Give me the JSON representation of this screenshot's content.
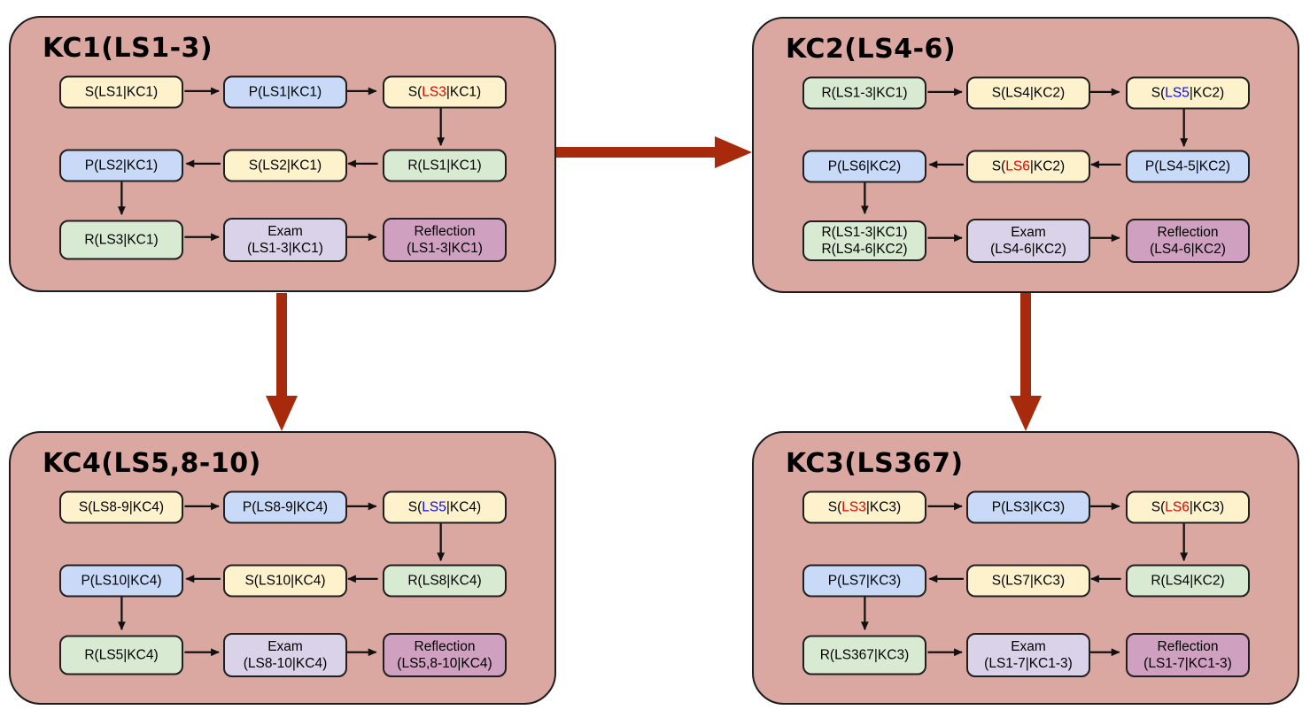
{
  "diagram": {
    "colors": {
      "group_fill": "#DBA8A1",
      "group_border": "#1c1c1c",
      "big_arrow_red": "#A82A0D",
      "flow_arrow_black": "#111111",
      "node_yellow": "#FDF2CC",
      "node_blue": "#C9DAF8",
      "node_green": "#D9EAD3",
      "node_lavender": "#D9D2E9",
      "node_mauve": "#CFA0C0",
      "highlight_red": "#E60000",
      "highlight_blue": "#0B0BF0"
    },
    "group_flow": [
      {
        "from": "KC1",
        "to": "KC2"
      },
      {
        "from": "KC1",
        "to": "KC4"
      },
      {
        "from": "KC2",
        "to": "KC3"
      }
    ],
    "groups": [
      {
        "id": "kc1",
        "title": "KC1(LS1-3)",
        "nodes": [
          {
            "name": "s-ls1-kc1",
            "type": "yellow",
            "pre": "S(LS1|KC1)"
          },
          {
            "name": "p-ls1-kc1",
            "type": "blue",
            "pre": "P(LS1|KC1)"
          },
          {
            "name": "s-ls3-kc1",
            "type": "yellow",
            "pre": "S(",
            "hl": "LS3",
            "hl_color": "red",
            "post": "|KC1)"
          },
          {
            "name": "p-ls2-kc1",
            "type": "blue",
            "pre": "P(LS2|KC1)"
          },
          {
            "name": "s-ls2-kc1",
            "type": "yellow",
            "pre": "S(LS2|KC1)"
          },
          {
            "name": "r-ls1-kc1",
            "type": "green",
            "pre": "R(LS1|KC1)"
          },
          {
            "name": "r-ls3-kc1",
            "type": "green",
            "pre": "R(LS3|KC1)"
          },
          {
            "name": "exam-kc1",
            "type": "lavender",
            "pre": "Exam",
            "line2": "(LS1-3|KC1)"
          },
          {
            "name": "reflection-kc1",
            "type": "mauve",
            "pre": "Reflection",
            "line2": "(LS1-3|KC1)"
          }
        ]
      },
      {
        "id": "kc2",
        "title": "KC2(LS4-6)",
        "nodes": [
          {
            "name": "r-ls1-3-kc1",
            "type": "green",
            "pre": "R(LS1-3|KC1)"
          },
          {
            "name": "s-ls4-kc2",
            "type": "yellow",
            "pre": "S(LS4|KC2)"
          },
          {
            "name": "s-ls5-kc2",
            "type": "yellow",
            "pre": "S(",
            "hl": "LS5",
            "hl_color": "blue",
            "post": "|KC2)"
          },
          {
            "name": "p-ls6-kc2",
            "type": "blue",
            "pre": "P(LS6|KC2)"
          },
          {
            "name": "s-ls6-kc2",
            "type": "yellow",
            "pre": "S(",
            "hl": "LS6",
            "hl_color": "red",
            "post": "|KC2)"
          },
          {
            "name": "p-ls4-5-kc2",
            "type": "blue",
            "pre": "P(LS4-5|KC2)"
          },
          {
            "name": "r-ls1-3-kc1-r-ls4-6-kc2",
            "type": "green",
            "pre": "R(LS1-3|KC1)",
            "line2": "R(LS4-6|KC2)"
          },
          {
            "name": "exam-kc2",
            "type": "lavender",
            "pre": "Exam",
            "line2": "(LS4-6|KC2)"
          },
          {
            "name": "reflection-kc2",
            "type": "mauve",
            "pre": "Reflection",
            "line2": "(LS4-6|KC2)"
          }
        ]
      },
      {
        "id": "kc4",
        "title": "KC4(LS5,8-10)",
        "nodes": [
          {
            "name": "s-ls8-9-kc4",
            "type": "yellow",
            "pre": "S(LS8-9|KC4)"
          },
          {
            "name": "p-ls8-9-kc4",
            "type": "blue",
            "pre": "P(LS8-9|KC4)"
          },
          {
            "name": "s-ls5-kc4",
            "type": "yellow",
            "pre": "S(",
            "hl": "LS5",
            "hl_color": "blue",
            "post": "|KC4)"
          },
          {
            "name": "p-ls10-kc4",
            "type": "blue",
            "pre": "P(LS10|KC4)"
          },
          {
            "name": "s-ls10-kc4",
            "type": "yellow",
            "pre": "S(LS10|KC4)"
          },
          {
            "name": "r-ls8-kc4",
            "type": "green",
            "pre": "R(LS8|KC4)"
          },
          {
            "name": "r-ls5-kc4",
            "type": "green",
            "pre": "R(LS5|KC4)"
          },
          {
            "name": "exam-kc4",
            "type": "lavender",
            "pre": "Exam",
            "line2": "(LS8-10|KC4)"
          },
          {
            "name": "reflection-kc4",
            "type": "mauve",
            "pre": "Reflection",
            "line2": "(LS5,8-10|KC4)"
          }
        ]
      },
      {
        "id": "kc3",
        "title": "KC3(LS367)",
        "nodes": [
          {
            "name": "s-ls3-kc3",
            "type": "yellow",
            "pre": "S(",
            "hl": "LS3",
            "hl_color": "red",
            "post": "|KC3)"
          },
          {
            "name": "p-ls3-kc3",
            "type": "blue",
            "pre": "P(LS3|KC3)"
          },
          {
            "name": "s-ls6-kc3",
            "type": "yellow",
            "pre": "S(",
            "hl": "LS6",
            "hl_color": "red",
            "post": "|KC3)"
          },
          {
            "name": "p-ls7-kc3",
            "type": "blue",
            "pre": "P(LS7|KC3)"
          },
          {
            "name": "s-ls7-kc3",
            "type": "yellow",
            "pre": "S(LS7|KC3)"
          },
          {
            "name": "r-ls4-kc2",
            "type": "green",
            "pre": "R(LS4|KC2)"
          },
          {
            "name": "r-ls367-kc3",
            "type": "green",
            "pre": "R(LS367|KC3)"
          },
          {
            "name": "exam-kc3",
            "type": "lavender",
            "pre": "Exam",
            "line2": "(LS1-7|KC1-3)"
          },
          {
            "name": "reflection-kc3",
            "type": "mauve",
            "pre": "Reflection",
            "line2": "(LS1-7|KC1-3)"
          }
        ]
      }
    ]
  }
}
